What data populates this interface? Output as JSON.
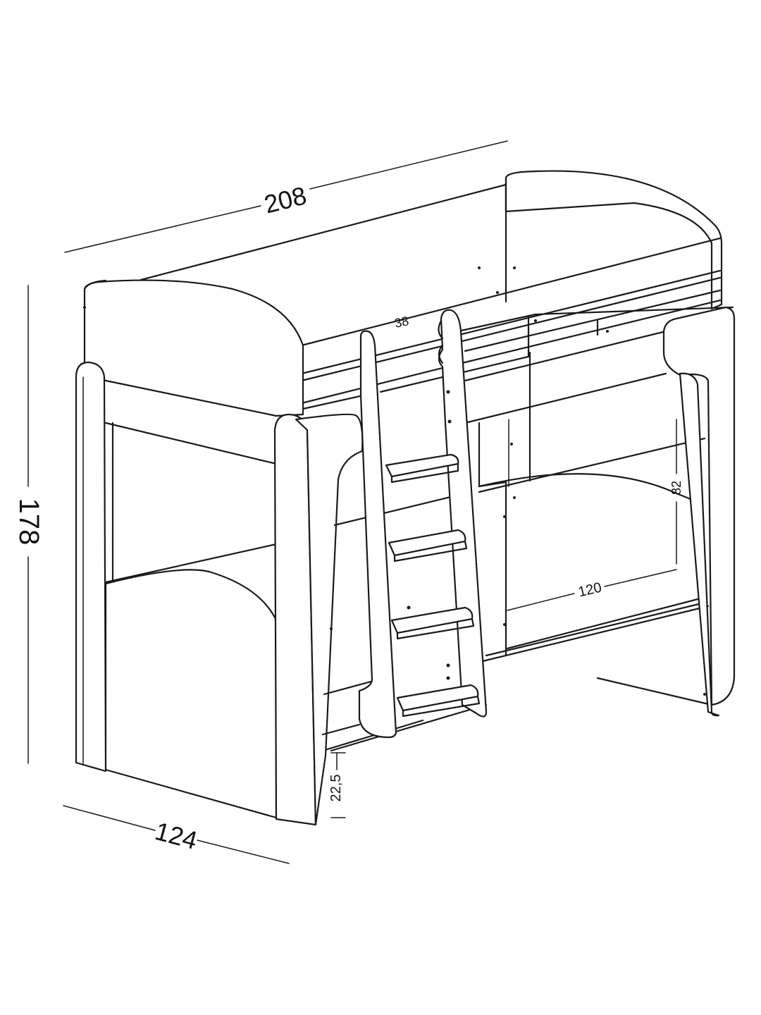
{
  "drawing": {
    "subject": "bunk bed with ladder",
    "line_color": "#1a1a1a",
    "background": "#ffffff"
  },
  "dimensions": {
    "length": "208",
    "height": "178",
    "depth": "124",
    "ladder_width": "38",
    "mattress_width": "120",
    "headboard_height": "82",
    "floor_clearance": "22,5"
  }
}
